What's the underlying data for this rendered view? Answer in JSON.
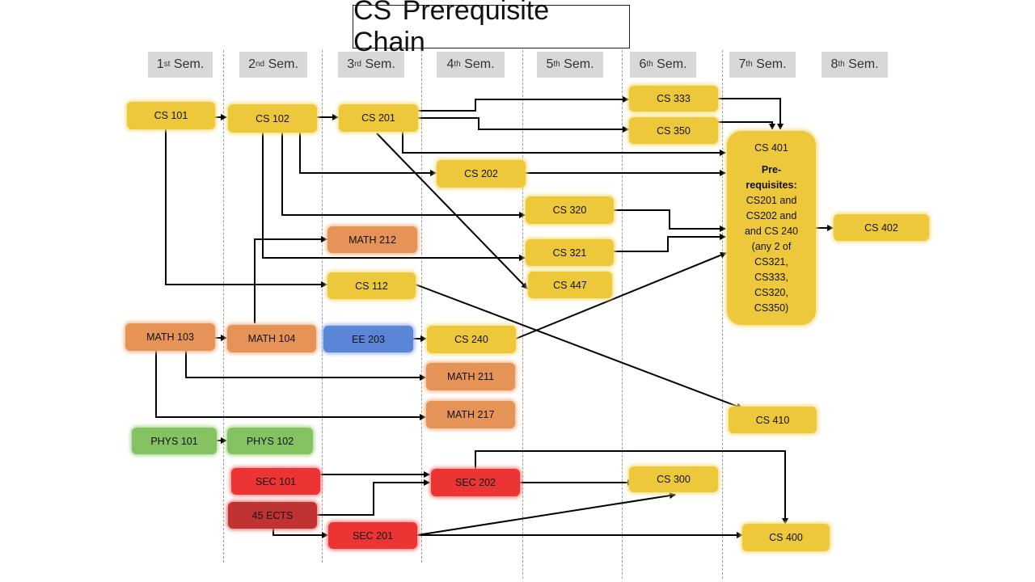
{
  "title": "CS Prerequisite Chain",
  "semesters": [
    {
      "num": "1",
      "sup": "st",
      "label": "Sem."
    },
    {
      "num": "2",
      "sup": "nd",
      "label": "Sem."
    },
    {
      "num": "3",
      "sup": "rd",
      "label": "Sem."
    },
    {
      "num": "4",
      "sup": "th",
      "label": "Sem."
    },
    {
      "num": "5",
      "sup": "th",
      "label": "Sem."
    },
    {
      "num": "6",
      "sup": "th",
      "label": "Sem."
    },
    {
      "num": "7",
      "sup": "th",
      "label": "Sem."
    },
    {
      "num": "8",
      "sup": "th",
      "label": "Sem."
    }
  ],
  "colors": {
    "yellow": "#edc83a",
    "orange": "#e59356",
    "blue": "#5b85d6",
    "green": "#85c262",
    "red": "#ec3434",
    "darkred": "#c13232"
  },
  "courses": {
    "cs101": "CS 101",
    "cs102": "CS 102",
    "cs201": "CS 201",
    "cs333": "CS 333",
    "cs350": "CS 350",
    "cs202": "CS 202",
    "cs320": "CS 320",
    "math212": "MATH 212",
    "cs321": "CS 321",
    "cs112": "CS 112",
    "cs447": "CS 447",
    "math103": "MATH 103",
    "math104": "MATH 104",
    "ee203": "EE 203",
    "cs240": "CS 240",
    "math211": "MATH 211",
    "math217": "MATH 217",
    "cs410": "CS 410",
    "phys101": "PHYS 101",
    "phys102": "PHYS 102",
    "sec101": "SEC 101",
    "sec202": "SEC 202",
    "cs300": "CS 300",
    "ects45": "45 ECTS",
    "sec201": "SEC 201",
    "cs400": "CS 400",
    "cs402": "CS 402"
  },
  "cs401": {
    "title": "CS 401",
    "prereq_label": [
      "Pre-",
      "requisites:"
    ],
    "prereq_lines": [
      "CS201 and",
      "CS202 and",
      "and CS 240",
      "(any 2 of",
      "CS321,",
      "CS333,",
      "CS320,",
      "CS350)"
    ]
  },
  "edges": [
    [
      "CS 101",
      "CS 102"
    ],
    [
      "CS 102",
      "CS 201"
    ],
    [
      "CS 201",
      "CS 333"
    ],
    [
      "CS 201",
      "CS 350"
    ],
    [
      "CS 201",
      "CS 401"
    ],
    [
      "CS 201",
      "CS 447"
    ],
    [
      "CS 102",
      "CS 202"
    ],
    [
      "CS 102",
      "CS 320"
    ],
    [
      "CS 102",
      "CS 321"
    ],
    [
      "CS 101",
      "CS 112"
    ],
    [
      "CS 333",
      "CS 401"
    ],
    [
      "CS 350",
      "CS 401"
    ],
    [
      "CS 202",
      "CS 401"
    ],
    [
      "CS 320",
      "CS 401"
    ],
    [
      "CS 321",
      "CS 401"
    ],
    [
      "CS 240",
      "CS 401"
    ],
    [
      "CS 401",
      "CS 402"
    ],
    [
      "MATH 103",
      "MATH 104"
    ],
    [
      "MATH 104",
      "MATH 212"
    ],
    [
      "MATH 103",
      "MATH 211"
    ],
    [
      "MATH 103",
      "MATH 217"
    ],
    [
      "EE 203",
      "CS 240"
    ],
    [
      "CS 112",
      "CS 410"
    ],
    [
      "PHYS 101",
      "PHYS 102"
    ],
    [
      "SEC 101",
      "SEC 202"
    ],
    [
      "45 ECTS",
      "SEC 202"
    ],
    [
      "45 ECTS",
      "SEC 201"
    ],
    [
      "SEC 202",
      "CS 300"
    ],
    [
      "SEC 202",
      "CS 400"
    ],
    [
      "SEC 201",
      "CS 300"
    ],
    [
      "SEC 201",
      "CS 400"
    ]
  ]
}
